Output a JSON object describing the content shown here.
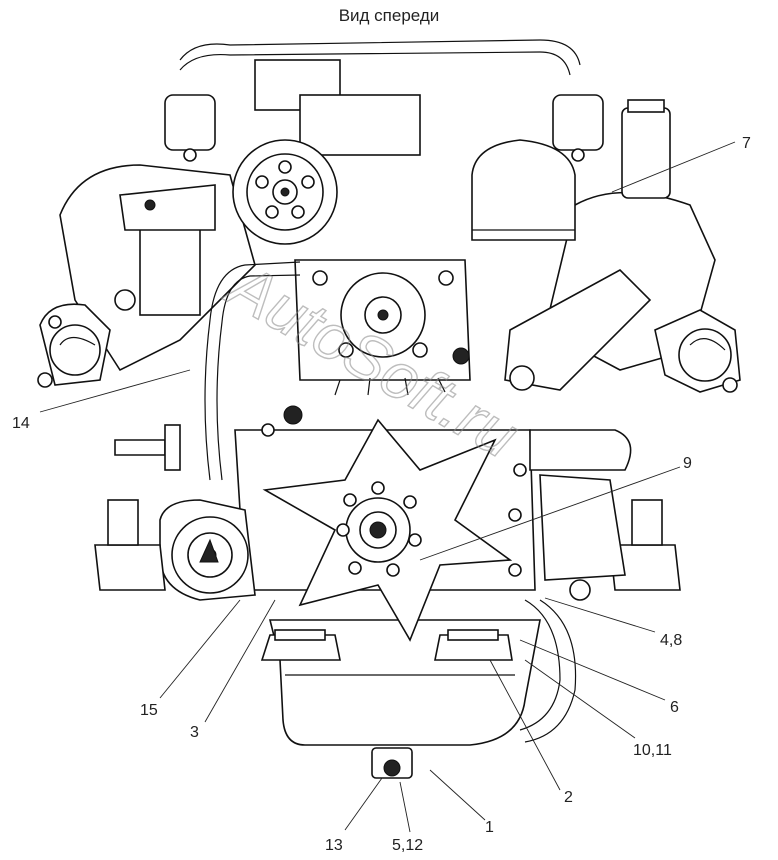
{
  "title": "Вид спереди",
  "watermark": "AutoSoft.ru",
  "callouts": [
    {
      "id": "7",
      "text": "7"
    },
    {
      "id": "14",
      "text": "14"
    },
    {
      "id": "9",
      "text": "9"
    },
    {
      "id": "4-8",
      "text": "4,8"
    },
    {
      "id": "6",
      "text": "6"
    },
    {
      "id": "10-11",
      "text": "10,11"
    },
    {
      "id": "2",
      "text": "2"
    },
    {
      "id": "1",
      "text": "1"
    },
    {
      "id": "5-12",
      "text": "5,12"
    },
    {
      "id": "13",
      "text": "13"
    },
    {
      "id": "3",
      "text": "3"
    },
    {
      "id": "15",
      "text": "15"
    }
  ]
}
